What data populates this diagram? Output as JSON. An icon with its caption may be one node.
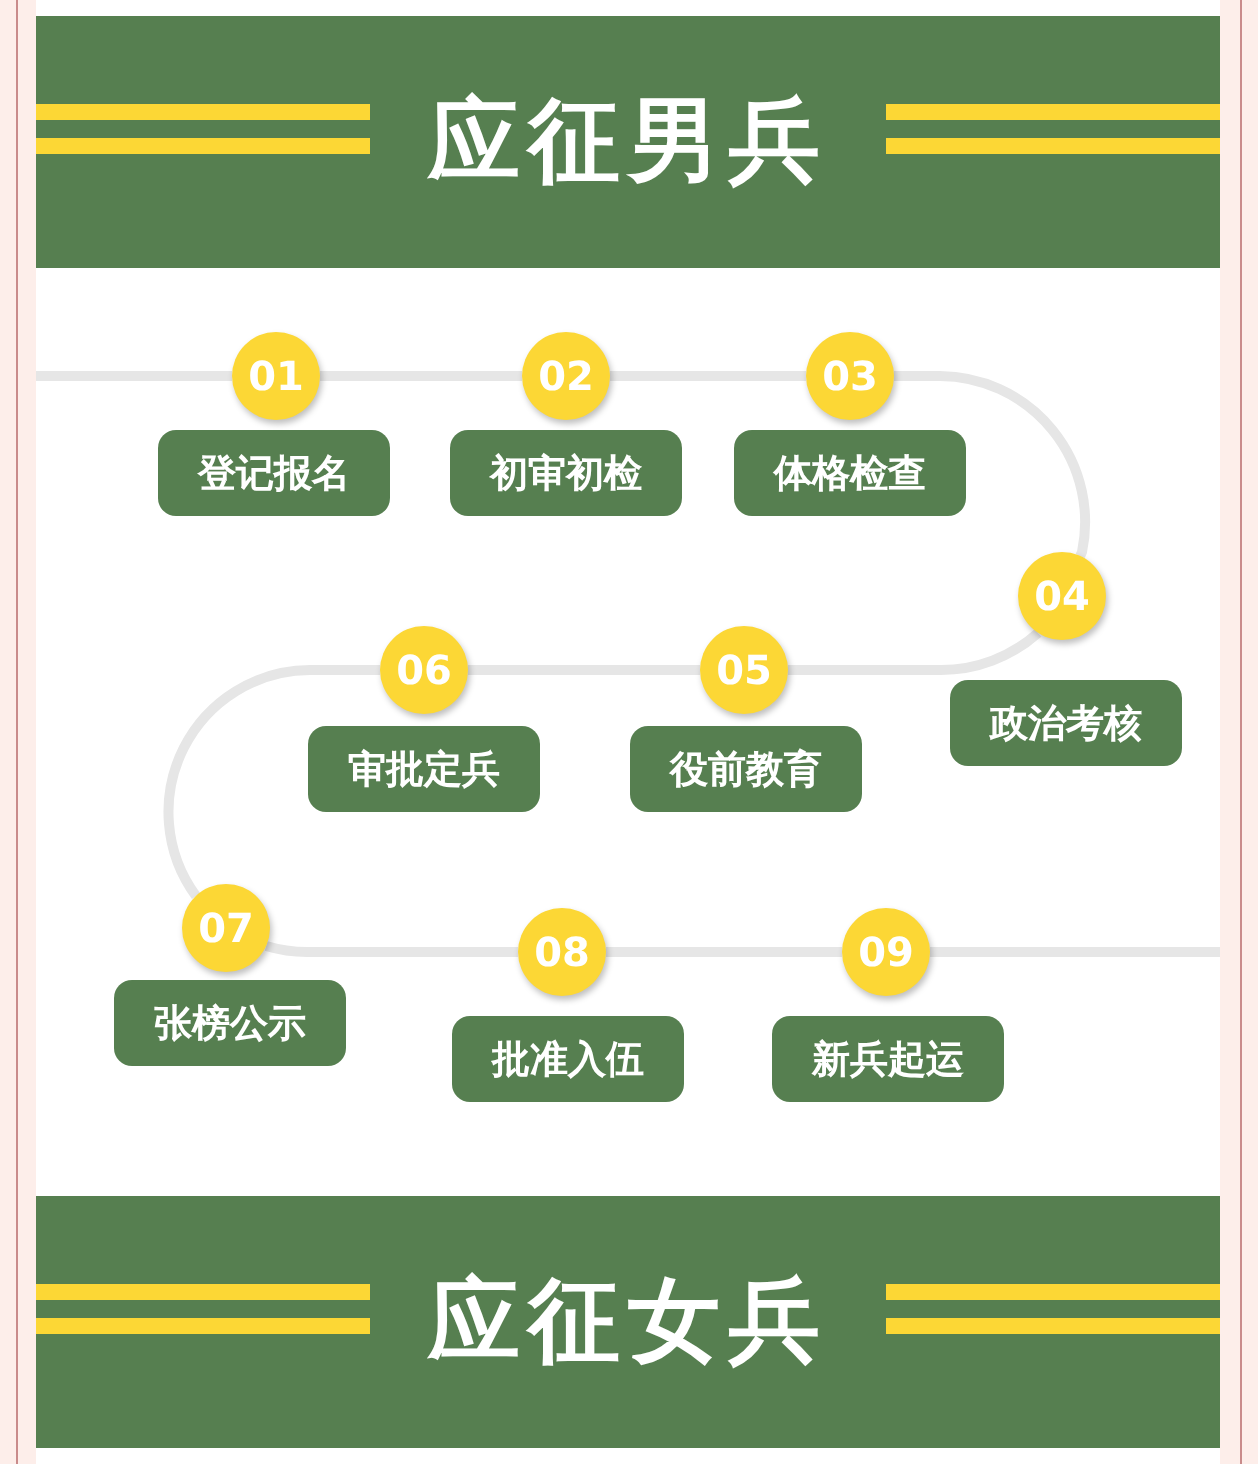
{
  "diagram": {
    "nodes": [
      {
        "text": [
          "应征男兵"
        ]
      },
      {
        "text": [
          "01"
        ]
      },
      {
        "text": [
          "登记报名"
        ]
      },
      {
        "text": [
          "02"
        ]
      },
      {
        "text": [
          "初审初检"
        ]
      },
      {
        "text": [
          "03"
        ]
      },
      {
        "text": [
          "体格检查"
        ]
      },
      {
        "text": [
          "04"
        ]
      },
      {
        "text": [
          "政治考核"
        ]
      },
      {
        "text": [
          "05"
        ]
      },
      {
        "text": [
          "役前教育"
        ]
      },
      {
        "text": [
          "06"
        ]
      },
      {
        "text": [
          "审批定兵"
        ]
      },
      {
        "text": [
          "07"
        ]
      },
      {
        "text": [
          "张榜公示"
        ]
      },
      {
        "text": [
          "08"
        ]
      },
      {
        "text": [
          "批准入伍"
        ]
      },
      {
        "text": [
          "09"
        ]
      },
      {
        "text": [
          "新兵起运"
        ]
      },
      {
        "text": [
          "应征女兵"
        ]
      }
    ],
    "edges": [
      {
        "from": null,
        "to": 1,
        "arrow": "none"
      },
      {
        "from": 1,
        "to": 3,
        "arrow": "none"
      },
      {
        "from": 3,
        "to": 5,
        "arrow": "none"
      },
      {
        "from": 5,
        "to": 7,
        "arrow": "none"
      },
      {
        "from": 7,
        "to": 9,
        "arrow": "none"
      },
      {
        "from": 9,
        "to": 11,
        "arrow": "none"
      },
      {
        "from": 11,
        "to": 13,
        "arrow": "none"
      },
      {
        "from": 13,
        "to": 15,
        "arrow": "none"
      },
      {
        "from": 15,
        "to": 17,
        "arrow": "none"
      },
      {
        "from": 17,
        "to": null,
        "arrow": "none"
      }
    ]
  }
}
